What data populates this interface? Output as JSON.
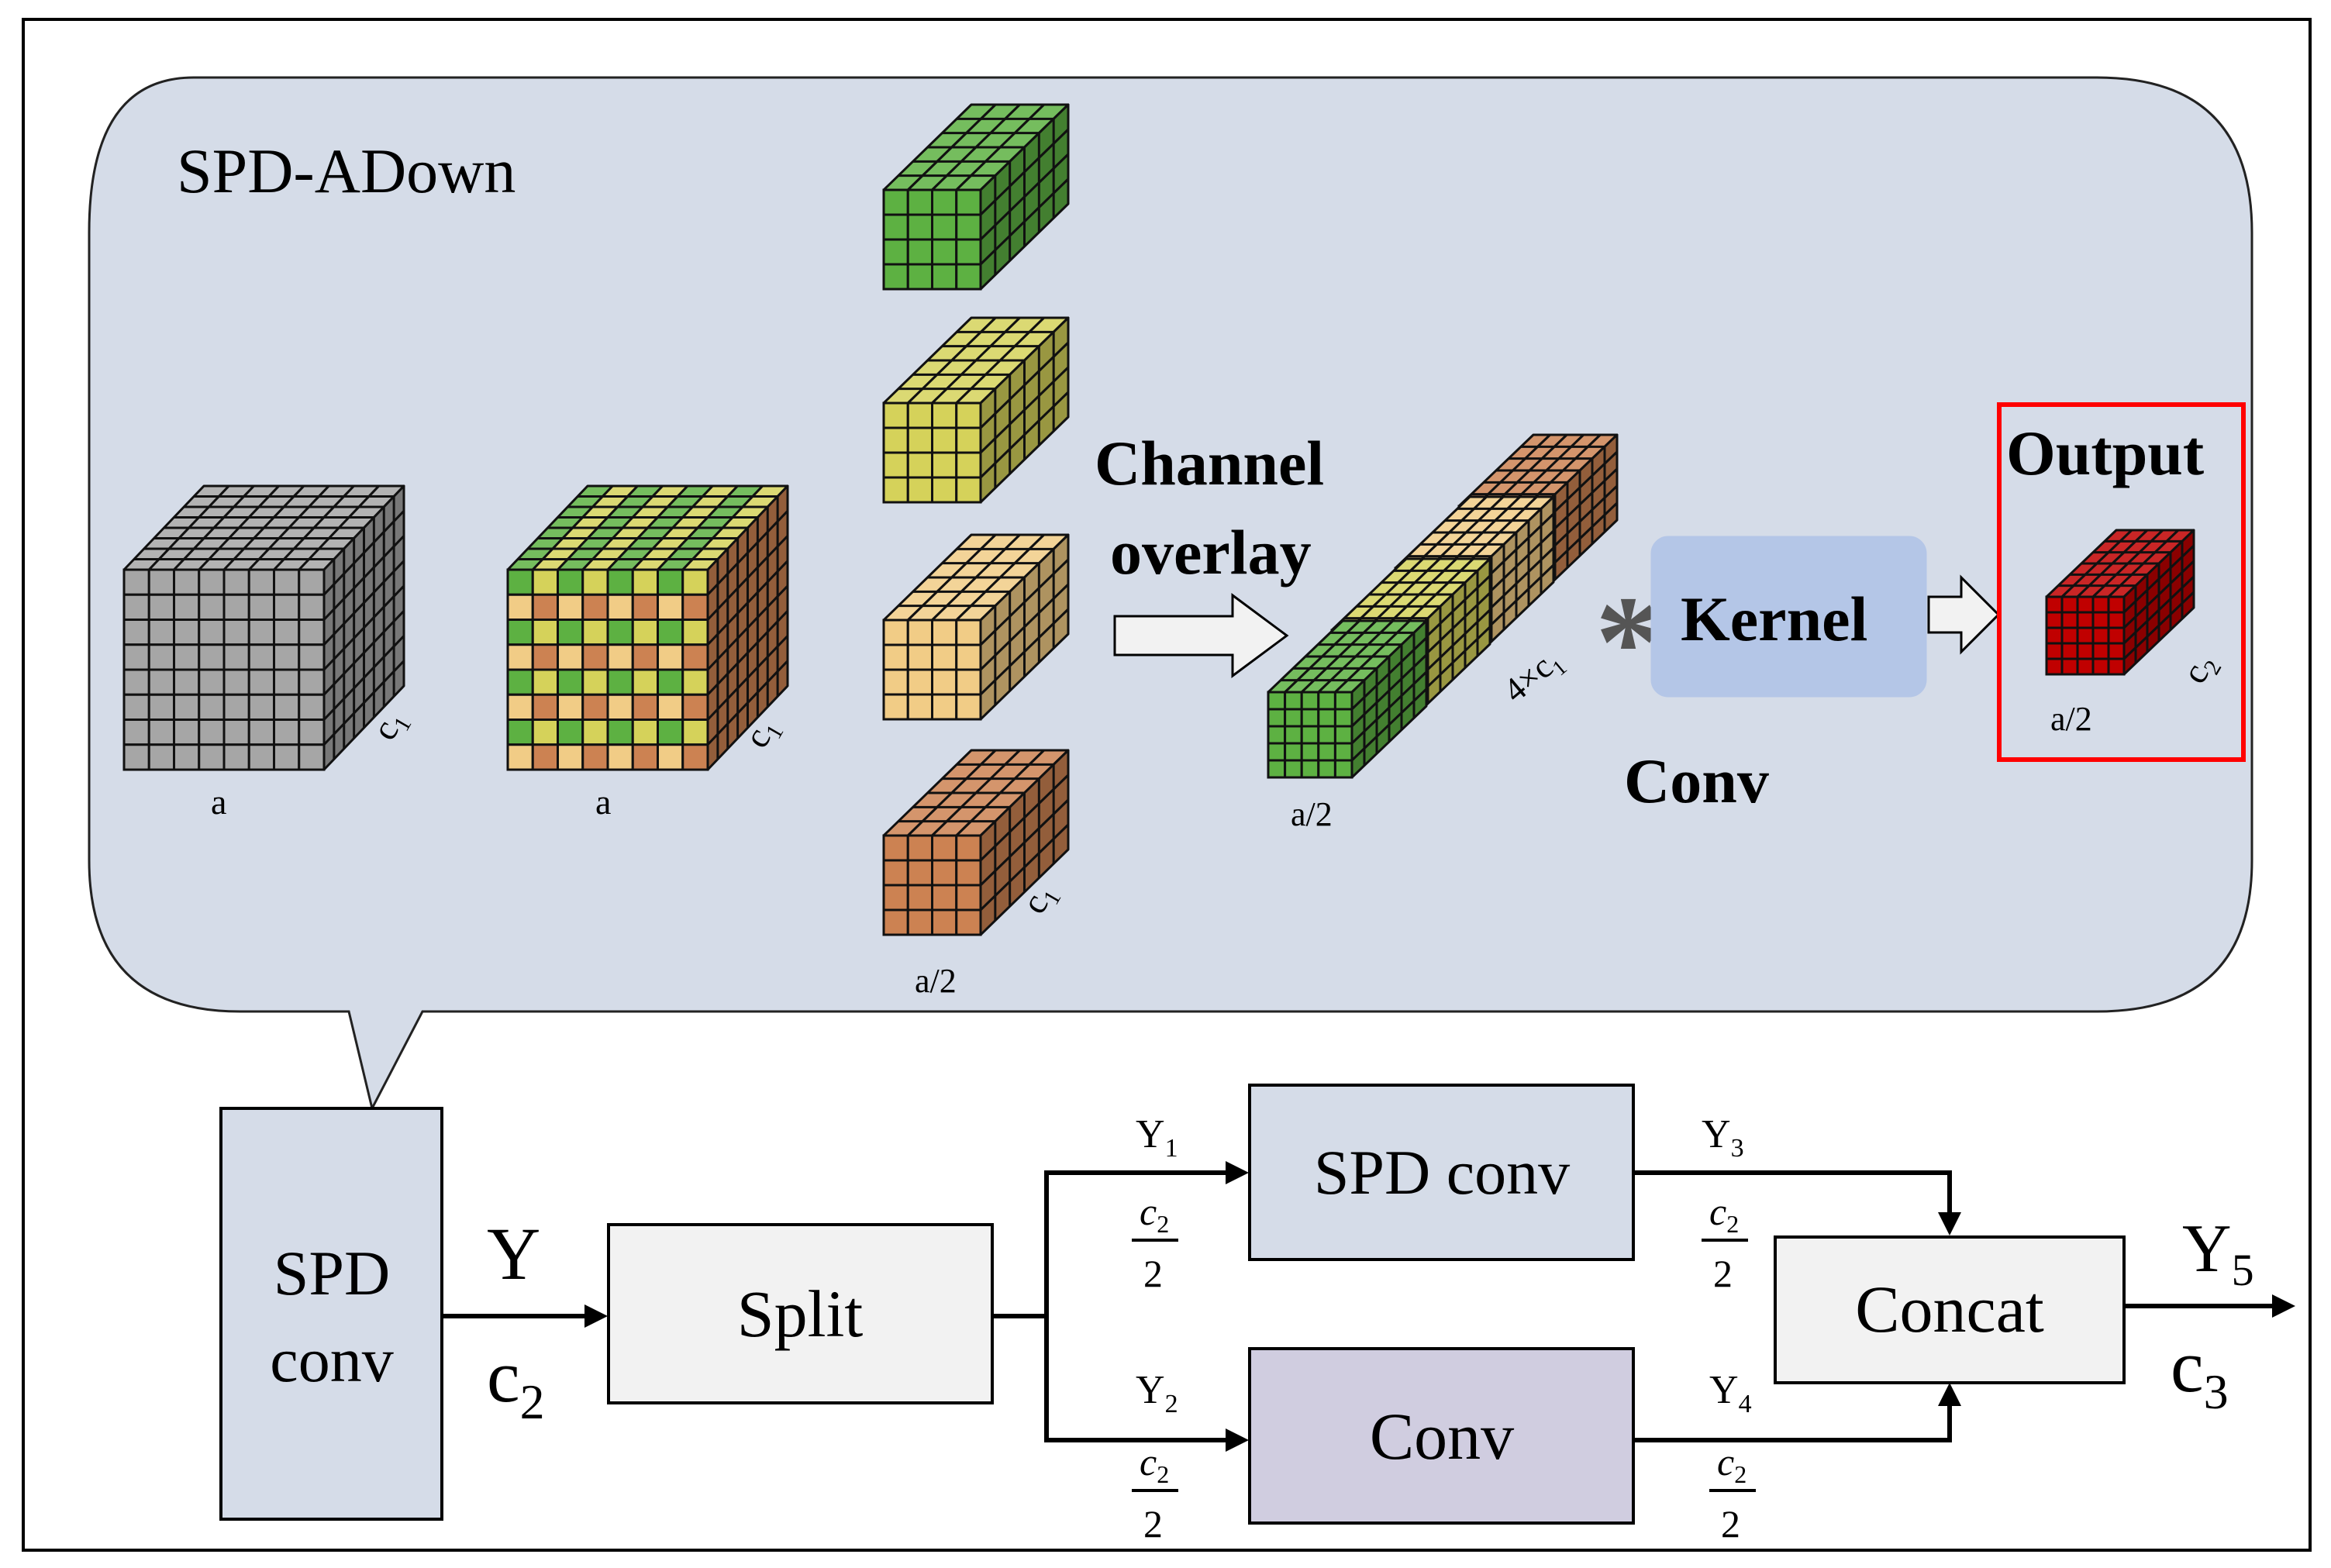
{
  "panel": {
    "title": "SPD-ADown"
  },
  "labels": {
    "a": "a",
    "a_half": "a/2",
    "c1": "c",
    "c1_sub": "1",
    "c2": "c",
    "c2_sub": "2",
    "four_c1": "4×c",
    "four_c1_sub": "1",
    "channel_overlay_1": "Channel",
    "channel_overlay_2": "overlay",
    "asterisk": "*",
    "kernel": "Kernel",
    "conv_caption": "Conv",
    "output": "Output"
  },
  "flow": {
    "spd_conv_1": "SPD",
    "spd_conv_2": "conv",
    "y": "Y",
    "c2": "c",
    "c2_sub": "2",
    "split": "Split",
    "y1": "Y",
    "y1_sub": "1",
    "y2": "Y",
    "y2_sub": "2",
    "y3": "Y",
    "y3_sub": "3",
    "y4": "Y",
    "y4_sub": "4",
    "frac_num": "c",
    "frac_num_sub": "2",
    "frac_den": "2",
    "spd_conv_box": "SPD conv",
    "conv_box": "Conv",
    "concat": "Concat",
    "y5": "Y",
    "y5_sub": "5",
    "c3": "c",
    "c3_sub": "3"
  },
  "colors": {
    "panel_fill": "#d5dce8",
    "gray": "#a6a6a6",
    "green": "#5db142",
    "yellow": "#d5d25a",
    "peach": "#f1cc86",
    "orange": "#cc8252",
    "red": "#c00000",
    "kernel_fill": "#b4c6e7",
    "spd_box_fill": "#d5dce8",
    "conv_box_fill": "#d0cde0",
    "neutral_box_fill": "#f2f2f2",
    "output_frame": "#ff0000"
  }
}
